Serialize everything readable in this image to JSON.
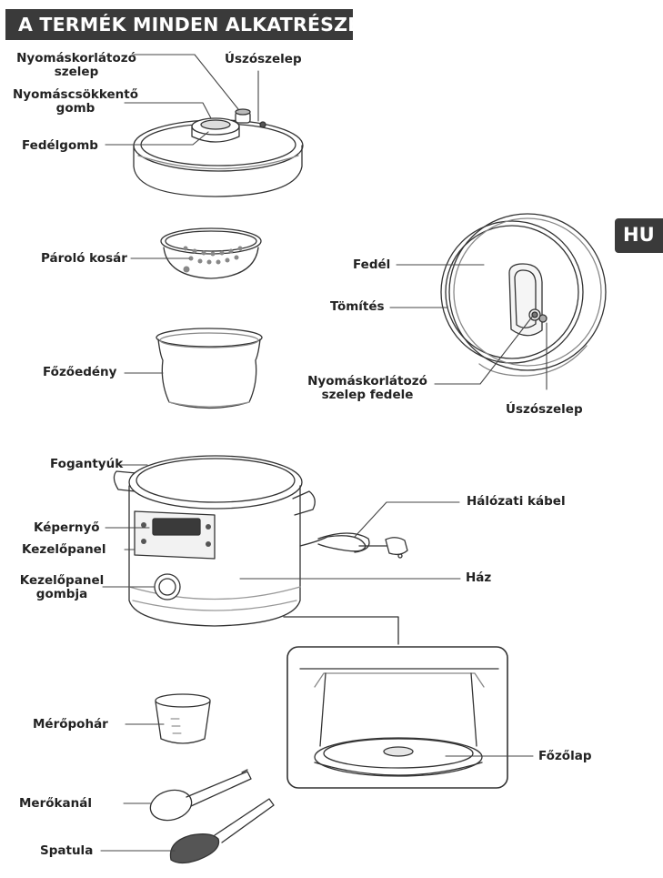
{
  "header": {
    "title": "A TERMÉK MINDEN ALKATRÉSZE"
  },
  "language_badge": "HU",
  "labels": {
    "nyomaskorlatozo_szelep_1": "Nyomáskorlátozó",
    "nyomaskorlatozo_szelep_2": "szelep",
    "uszoszelep_top": "Úszószelep",
    "nyomascsokkento_1": "Nyomáscsökkentő",
    "nyomascsokkento_2": "gomb",
    "fedelgomb": "Fedélgomb",
    "parolo_kosar": "Pároló kosár",
    "fedel": "Fedél",
    "tomites": "Tömítés",
    "fozoedeny": "Főzőedény",
    "szelep_fedele_1": "Nyomáskorlátozó",
    "szelep_fedele_2": "szelep fedele",
    "uszoszelep_right": "Úszószelep",
    "fogantyuk": "Fogantyúk",
    "halozati_kabel": "Hálózati kábel",
    "kepernyo": "Képernyő",
    "kezelopanel": "Kezelőpanel",
    "kezelopanel_gombja_1": "Kezelőpanel",
    "kezelopanel_gombja_2": "gombja",
    "haz": "Ház",
    "meropohar": "Mérőpohár",
    "fozolap": "Főzőlap",
    "merokanal": "Merőkanál",
    "spatula": "Spatula"
  }
}
